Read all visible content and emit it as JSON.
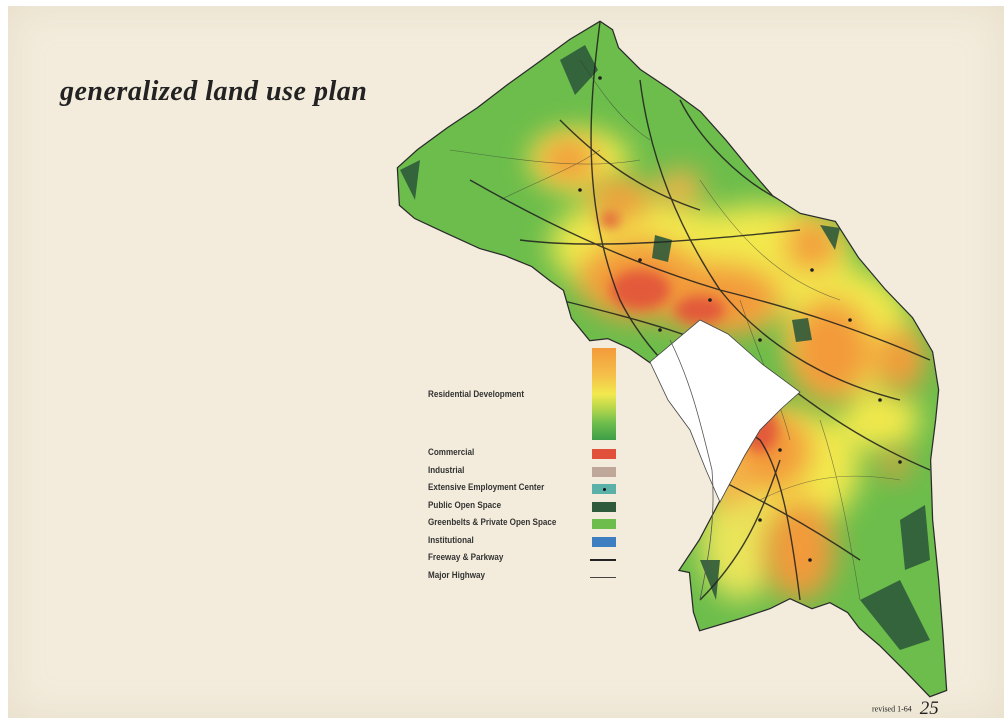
{
  "title": "generalized land use plan",
  "legend": {
    "residential_label": "Residential Development",
    "residential_gradient": [
      "#f39a3a",
      "#f5c04a",
      "#f2e94e",
      "#b9d74c",
      "#6cbd4c",
      "#3e9e48"
    ],
    "items": [
      {
        "label": "Commercial",
        "kind": "swatch",
        "color": "#e0503a"
      },
      {
        "label": "Industrial",
        "kind": "swatch",
        "color": "#bfa89a"
      },
      {
        "label": "Extensive Employment Center",
        "kind": "swatch-dot",
        "color": "#5bb0a8"
      },
      {
        "label": "Public Open Space",
        "kind": "swatch",
        "color": "#2f5a3b"
      },
      {
        "label": "Greenbelts & Private Open Space",
        "kind": "swatch",
        "color": "#6cbd4c"
      },
      {
        "label": "Institutional",
        "kind": "swatch",
        "color": "#3d7ec0"
      },
      {
        "label": "Freeway & Parkway",
        "kind": "thick-line",
        "color": "#222222"
      },
      {
        "label": "Major Highway",
        "kind": "thin-line",
        "color": "#444444"
      }
    ]
  },
  "footer": {
    "revised": "revised 1-64",
    "page_number": "25"
  },
  "colors": {
    "paper": "#f3ecdc",
    "greenbelt": "#6cbd4c",
    "open_space": "#2f5a3b",
    "residential_high": "#f39a3a",
    "residential_mid": "#f2e94e",
    "commercial": "#e0503a",
    "district": "#ffffff"
  }
}
